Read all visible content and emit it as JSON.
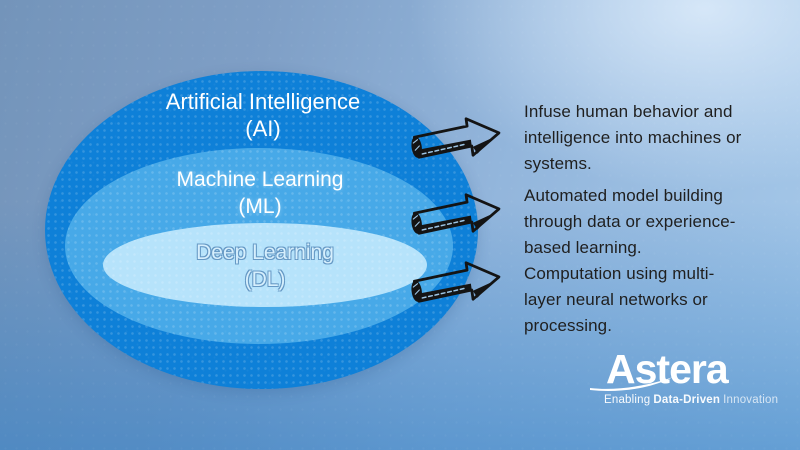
{
  "diagram": {
    "rings": [
      {
        "title": "Artificial Intelligence",
        "abbr": "(AI)",
        "color": "#0e80d8",
        "desc_lines": [
          "Infuse human behavior and",
          "intelligence into machines or",
          "systems."
        ]
      },
      {
        "title": "Machine Learning",
        "abbr": "(ML)",
        "color": "#47a9e8",
        "desc_lines": [
          "Automated model building",
          "through data or experience-",
          "based learning."
        ]
      },
      {
        "title": "Deep Learning",
        "abbr": "(DL)",
        "color": "#b6e3fb",
        "desc_lines": [
          "Computation using multi-",
          "layer neural networks or",
          "processing."
        ]
      }
    ],
    "arrow_icon": "hand-drawn sketch arrow pointing right"
  },
  "logo": {
    "brand": "Astera",
    "tagline_prefix": "Enabling",
    "tagline_bold": "Data-Driven",
    "tagline_suffix": "Innovation"
  },
  "colors": {
    "ring_ai": "#0e80d8",
    "ring_ml": "#47a9e8",
    "ring_dl": "#b6e3fb",
    "description_text": "#1f1f1f",
    "arrow_ink": "#141414",
    "logo_text": "#ffffff"
  }
}
